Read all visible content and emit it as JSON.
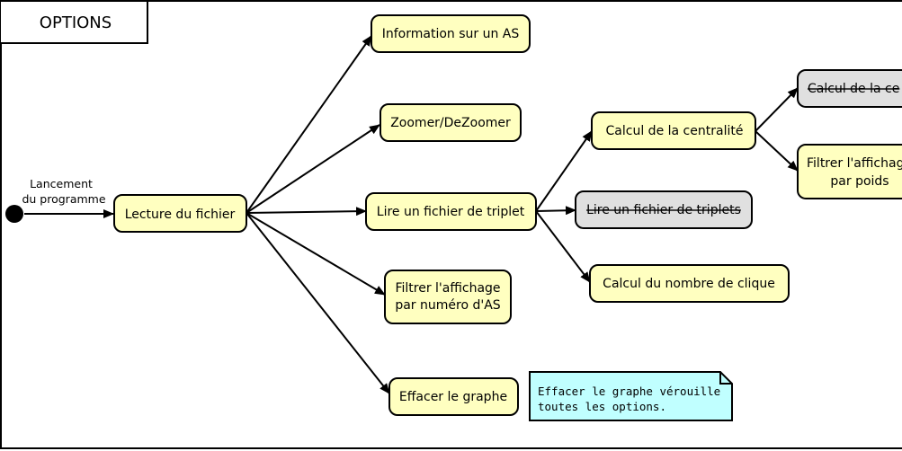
{
  "title": "OPTIONS",
  "start_label": {
    "line1": "Lancement",
    "line2": "du programme"
  },
  "nodes": {
    "lecture": "Lecture du fichier",
    "information": "Information sur un AS",
    "zoom": "Zoomer/DeZoomer",
    "triplet": "Lire un fichier de triplet",
    "filtrer_as": {
      "line1": "Filtrer l'affichage",
      "line2": "par numéro d'AS"
    },
    "effacer": "Effacer le graphe",
    "centralite": "Calcul de la centralité",
    "triplets_disabled": "Lire un fichier de triplets",
    "clique": "Calcul du nombre de clique",
    "centralite_disabled": "Calcul de la ce",
    "filtrer_poids": {
      "line1": "Filtrer l'affichag",
      "line2": "par poids"
    }
  },
  "note": {
    "line1": "Effacer le graphe vérouille",
    "line2": "toutes les options."
  },
  "colors": {
    "active_fill": "#ffffc0",
    "disabled_fill": "#e0e0e0",
    "note_fill": "#c0ffff",
    "stroke": "#000000"
  }
}
